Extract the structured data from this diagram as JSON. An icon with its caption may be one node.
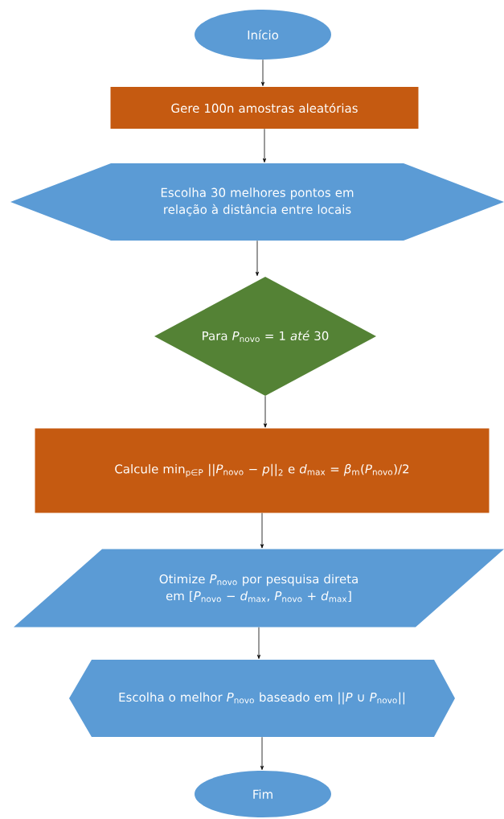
{
  "diagram": {
    "nodes": [
      {
        "text": [
          "Início"
        ]
      },
      {
        "text": [
          "Gere 100n amostras aleatórias"
        ]
      },
      {
        "text": [
          "Escolha 30 melhores pontos em relação à distância entre locais"
        ]
      },
      {
        "text": [
          "Para *P*$_{novo}$ = 1 *até* 30"
        ]
      },
      {
        "text": [
          "Calcule min$_{p∈P}$ ||*P*$_{novo}$ − *p*||$_{2}$ e *d*$_{max}$ = *β*$_{m}$(*P*$_{novo}$)/2"
        ]
      },
      {
        "text": [
          "Otimize *P*$_{novo}$ por pesquisa direta em [*P*$_{novo}$ − *d*$_{max}$, *P*$_{novo}$ + *d*$_{max}$]"
        ]
      },
      {
        "text": [
          "Escolha o melhor *P*$_{novo}$ baseado em ||*P* ∪ *P*$_{novo}$||"
        ]
      },
      {
        "text": [
          "Fim"
        ]
      }
    ],
    "edges": [
      {
        "from": 0,
        "to": 1,
        "arrow": "to"
      },
      {
        "from": 1,
        "to": 2,
        "arrow": "to"
      },
      {
        "from": 2,
        "to": 3,
        "arrow": "to"
      },
      {
        "from": 3,
        "to": 4,
        "arrow": "to"
      },
      {
        "from": 4,
        "to": 5,
        "arrow": "to"
      },
      {
        "from": 5,
        "to": 6,
        "arrow": "to"
      },
      {
        "from": 6,
        "to": 7,
        "arrow": "to"
      }
    ]
  }
}
